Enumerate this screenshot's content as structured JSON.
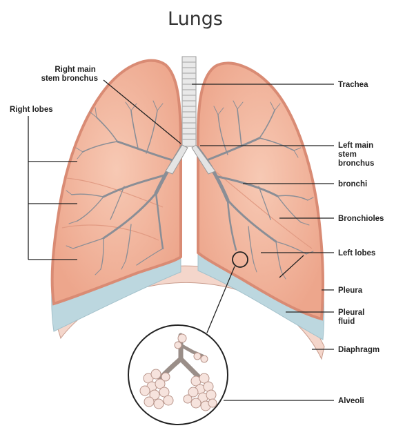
{
  "title": "Lungs",
  "labels": {
    "right_main_stem_bronchus": [
      "Right main",
      "stem bronchus"
    ],
    "right_lobes": "Right lobes",
    "trachea": "Trachea",
    "left_main_stem_bronchus": [
      "Left main",
      "stem",
      "bronchus"
    ],
    "bronchi": "bronchi",
    "bronchioles": "Bronchioles",
    "left_lobes": "Left lobes",
    "pleura": "Pleura",
    "pleural_fluid": [
      "Pleural",
      "fluid"
    ],
    "diaphragm": "Diaphragm",
    "alveoli": "Alveoli"
  },
  "colors": {
    "lung_fill": "#f2b79f",
    "lung_edge": "#d98b74",
    "pleural_fluid": "#bcd7df",
    "diaphragm": "#f4d6cb",
    "airway": "#8a8e96",
    "trachea": "#e9e9e9"
  }
}
